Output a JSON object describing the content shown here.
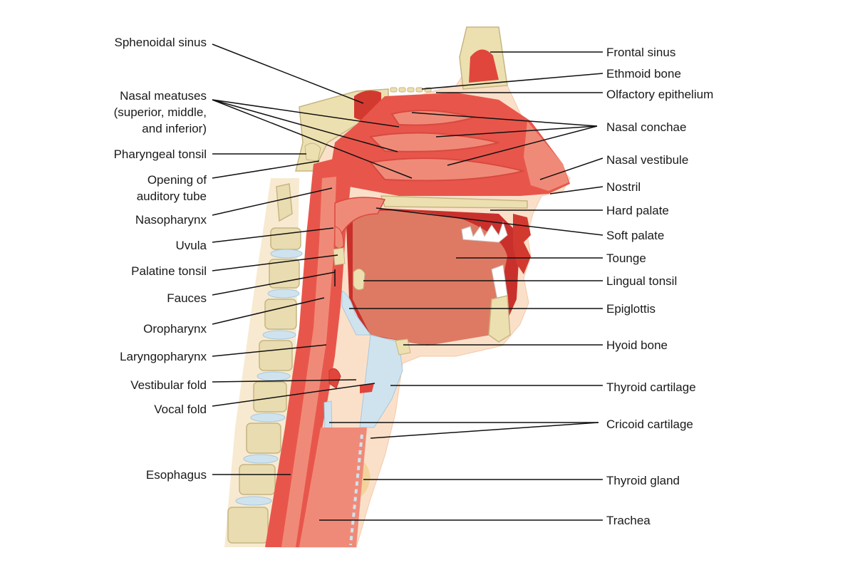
{
  "labels_left": {
    "sphenoidal_sinus": "Sphenoidal sinus",
    "nasal_meatuses_1": "Nasal meatuses",
    "nasal_meatuses_2": "(superior, middle,",
    "nasal_meatuses_3": "and inferior)",
    "pharyngeal_tonsil": "Pharyngeal tonsil",
    "opening_auditory_1": "Opening of",
    "opening_auditory_2": "auditory tube",
    "nasopharynx": "Nasopharynx",
    "uvula": "Uvula",
    "palatine_tonsil": "Palatine tonsil",
    "fauces": "Fauces",
    "oropharynx": "Oropharynx",
    "laryngopharynx": "Laryngopharynx",
    "vestibular_fold": "Vestibular fold",
    "vocal_fold": "Vocal fold",
    "esophagus": "Esophagus"
  },
  "labels_right": {
    "frontal_sinus": "Frontal sinus",
    "ethmoid_bone": "Ethmoid bone",
    "olfactory_epithelium": "Olfactory epithelium",
    "nasal_conchae": "Nasal conchae",
    "nasal_vestibule": "Nasal vestibule",
    "nostril": "Nostril",
    "hard_palate": "Hard palate",
    "soft_palate": "Soft palate",
    "tounge": "Tounge",
    "lingual_tonsil": "Lingual tonsil",
    "epiglottis": "Epiglottis",
    "hyoid_bone": "Hyoid bone",
    "thyroid_cartilage": "Thyroid cartilage",
    "cricoid_cartilage": "Cricoid cartilage",
    "thyroid_gland": "Thyroid gland",
    "trachea": "Trachea"
  },
  "colors": {
    "skin": "#fbe0c9",
    "tissue_red": "#e8564b",
    "tissue_light": "#f08a78",
    "tissue_dark": "#c9302c",
    "bone": "#ede0b0",
    "cartilage_blue": "#cfe3ef",
    "tongue": "#de7a63"
  }
}
